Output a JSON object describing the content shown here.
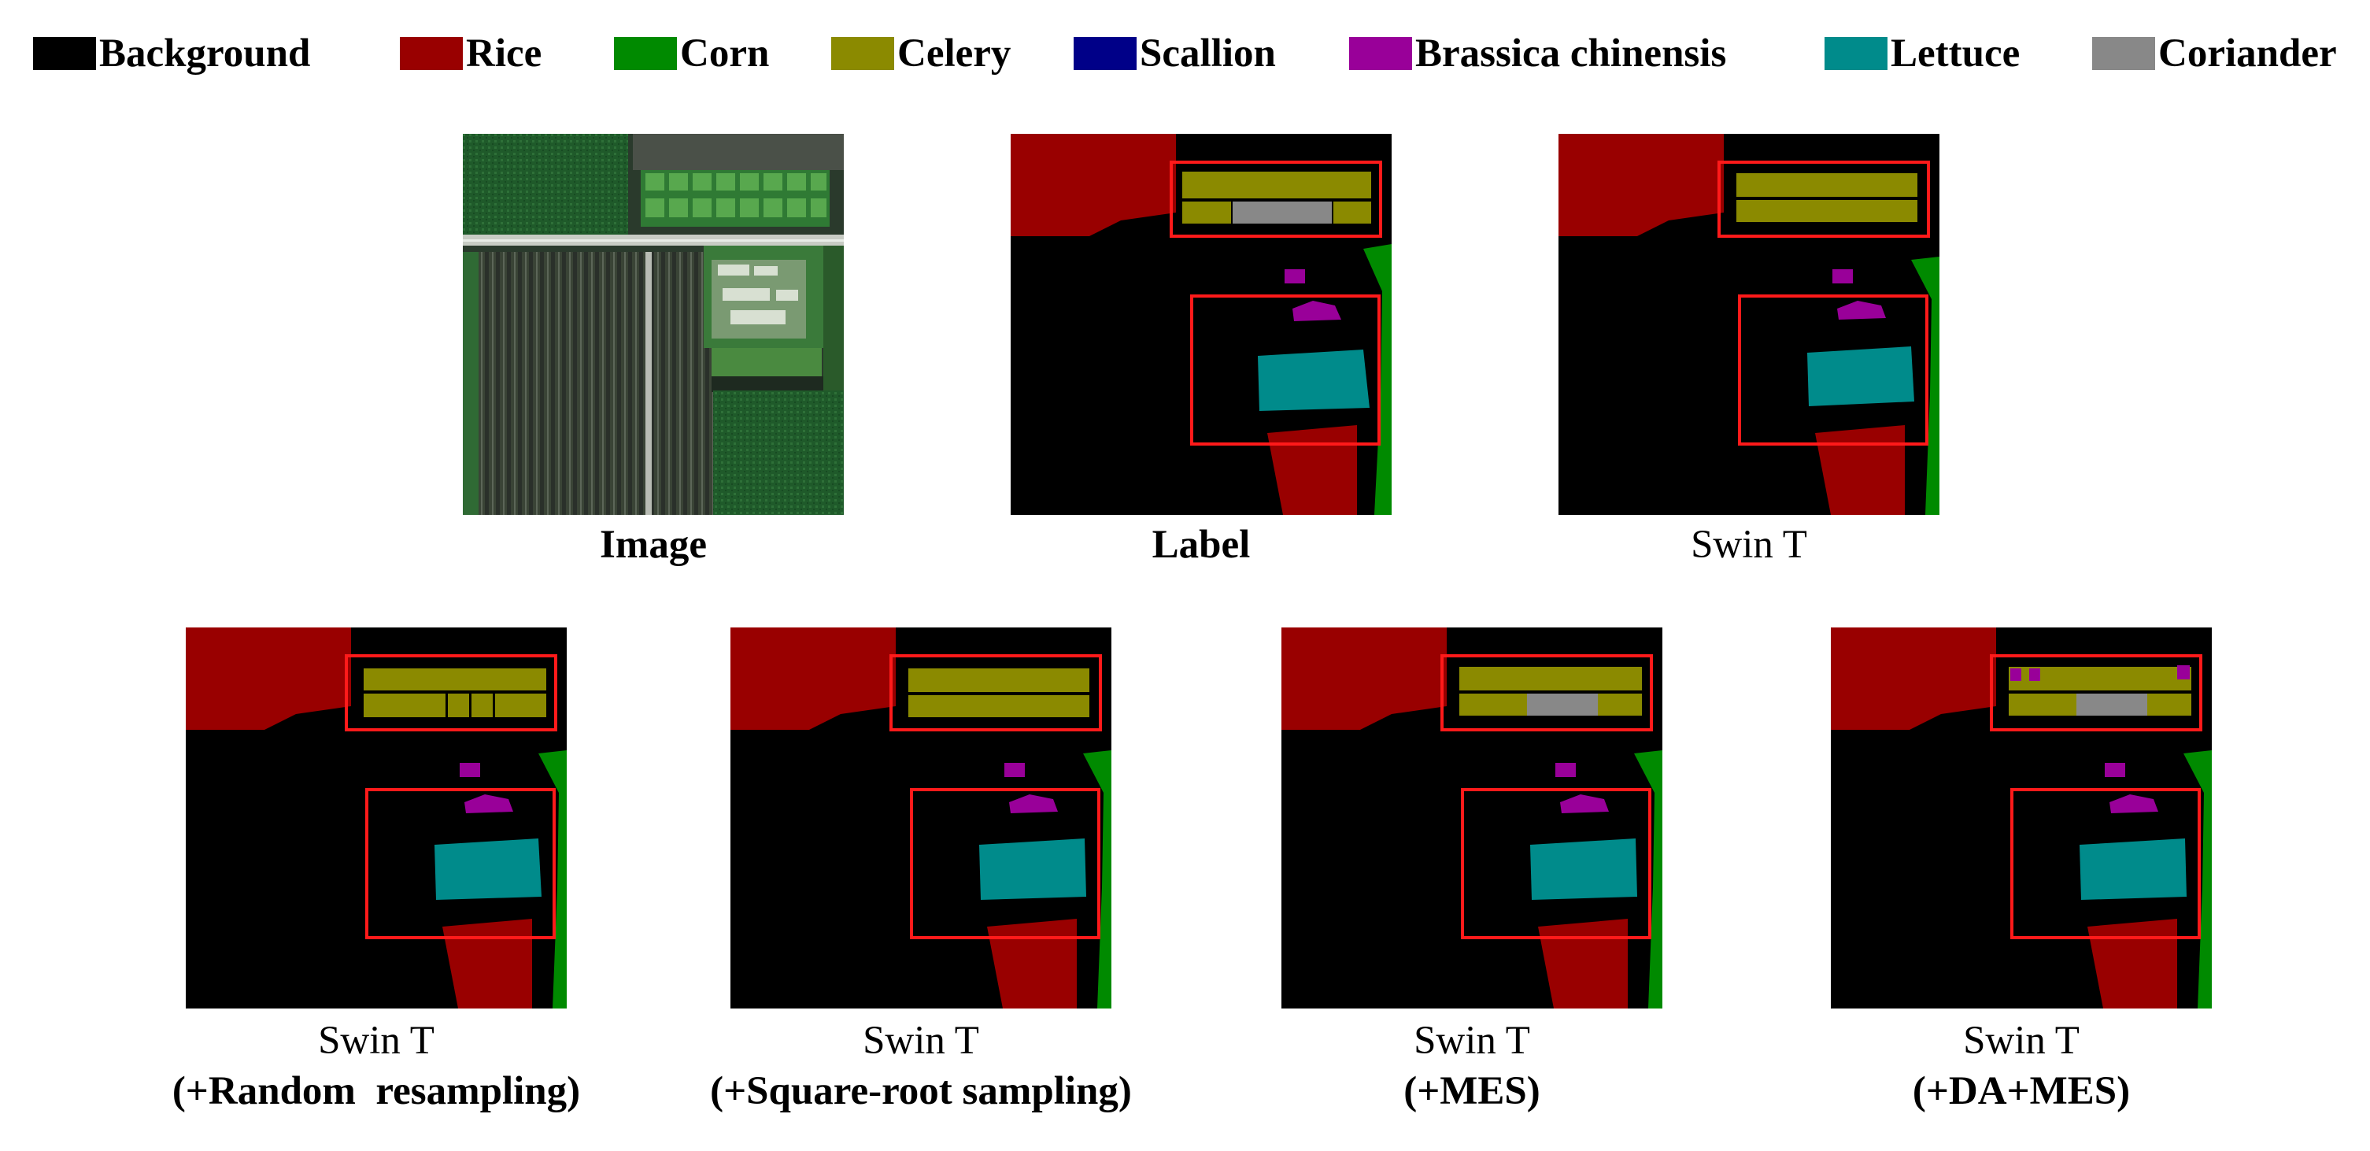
{
  "legend": [
    {
      "label": "Background",
      "color": "#000000"
    },
    {
      "label": "Rice",
      "color": "#990000"
    },
    {
      "label": "Corn",
      "color": "#008a00"
    },
    {
      "label": "Celery",
      "color": "#8b8a00"
    },
    {
      "label": "Scallion",
      "color": "#000088"
    },
    {
      "label": "Brassica chinensis",
      "color": "#990099"
    },
    {
      "label": "Lettuce",
      "color": "#008b8b"
    },
    {
      "label": "Coriander",
      "color": "#888888"
    }
  ],
  "panels": [
    {
      "title": "Image",
      "subtitle": ""
    },
    {
      "title": "Label",
      "subtitle": ""
    },
    {
      "title": "Swin T",
      "subtitle": ""
    },
    {
      "title": "Swin T",
      "subtitle": "(+Random  resampling)"
    },
    {
      "title": "Swin T",
      "subtitle": "(+Square-root sampling)"
    },
    {
      "title": "Swin T",
      "subtitle": "(+MES)"
    },
    {
      "title": "Swin T",
      "subtitle": "(+DA+MES)"
    }
  ],
  "highlight_color": "#ff1a1a"
}
